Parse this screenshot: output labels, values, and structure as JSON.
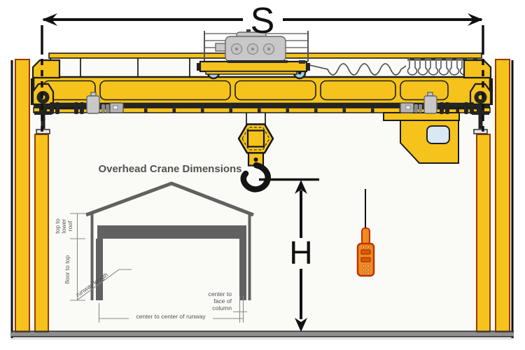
{
  "figure": {
    "type": "technical-diagram",
    "subject": "Overhead bridge crane elevation with span and hook-height dimension callouts"
  },
  "dimensions": {
    "span": {
      "label": "S"
    },
    "hook_height": {
      "label": "H"
    }
  },
  "inset": {
    "title": "Overhead Crane Dimensions",
    "labels": {
      "top_to_lower_roof": [
        "top to",
        "lower",
        "roof"
      ],
      "floor_to_top": "floor to top",
      "runway_length": "runway length",
      "center_to_face_of_column": [
        "center to",
        "face of",
        "column"
      ],
      "center_to_center_of_runway": "center to center of runway"
    }
  },
  "colors": {
    "crane_yellow": "#F5C31C",
    "outline_dark": "#1C1C1C",
    "column_border": "#993B00",
    "machinery_gray": "#C8C8C8",
    "wheel_cyan": "#9FD3E4",
    "diagram_gray": "#616161",
    "dim_line_gray": "#8A8A8A",
    "label_gray": "#525252",
    "pendant_orange": "#EF8B1F",
    "pendant_border": "#C03000",
    "cab_window_blue": "#D9E8F2",
    "floor_gray": "#8F8F8F",
    "hall_background": "#FAFAF7"
  }
}
